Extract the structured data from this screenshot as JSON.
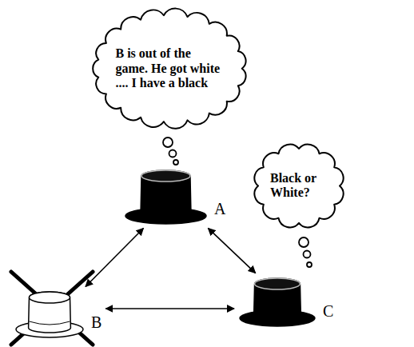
{
  "diagram": {
    "nodes": [
      {
        "text": [
          "B is out of the game. He got white .... I have a black"
        ]
      },
      {
        "text": [
          "Black or White?"
        ]
      },
      {
        "text": [
          "A"
        ]
      },
      {
        "text": [
          "B"
        ]
      },
      {
        "text": [
          "C"
        ]
      }
    ],
    "edges": [
      {
        "from": 2,
        "to": 3,
        "arrow": "both"
      },
      {
        "from": 2,
        "to": 4,
        "arrow": "both"
      },
      {
        "from": 3,
        "to": 4,
        "arrow": "both"
      }
    ]
  }
}
